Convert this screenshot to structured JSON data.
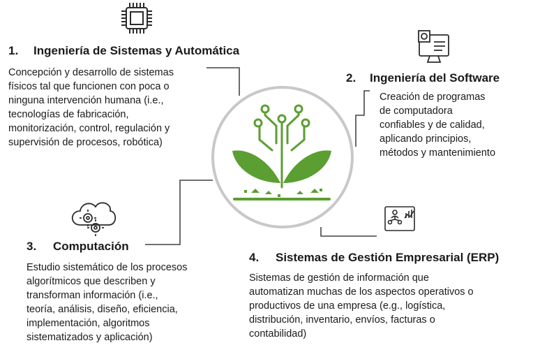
{
  "sections": [
    {
      "number": "1.",
      "title": "Ingeniería de Sistemas y Automática",
      "icon": "chip-icon",
      "lines": [
        "Concepción y desarrollo de sistemas",
        "físicos tal que funcionen con poca o",
        "ninguna intervención humana (i.e.,",
        "tecnologías de fabricación,",
        "monitorización, control, regulación y",
        "supervisión de procesos, robótica)"
      ]
    },
    {
      "number": "2.",
      "title": "Ingeniería del Software",
      "icon": "software-monitor-icon",
      "lines": [
        "Creación de programas",
        "de computadora",
        "confiables y de calidad,",
        "aplicando principios,",
        "métodos y mantenimiento"
      ]
    },
    {
      "number": "3.",
      "title": "Computación",
      "icon": "cloud-gears-icon",
      "lines": [
        "Estudio sistemático de los procesos",
        "algorítmicos que describen y",
        "transforman información (i.e.,",
        "teoría, análisis, diseño, eficiencia,",
        "implementación, algoritmos",
        "sistematizados y aplicación)"
      ]
    },
    {
      "number": "4.",
      "title": "Sistemas de Gestión Empresarial (ERP)",
      "icon": "business-network-icon",
      "lines": [
        "Sistemas de gestión de información que",
        "automatizan muchas de los aspectos operativos o",
        "productivos de una empresa (e.g., logística,",
        "distribución, inventario, envíos, facturas o",
        "contabilidad)"
      ]
    }
  ],
  "center": {
    "icon": "circuit-plant-icon"
  },
  "colors": {
    "plant_green": "#5b9e32",
    "circle_gray": "#c8c8c8",
    "line": "#1a1a1a",
    "icon_dark": "#2b2b2b"
  }
}
